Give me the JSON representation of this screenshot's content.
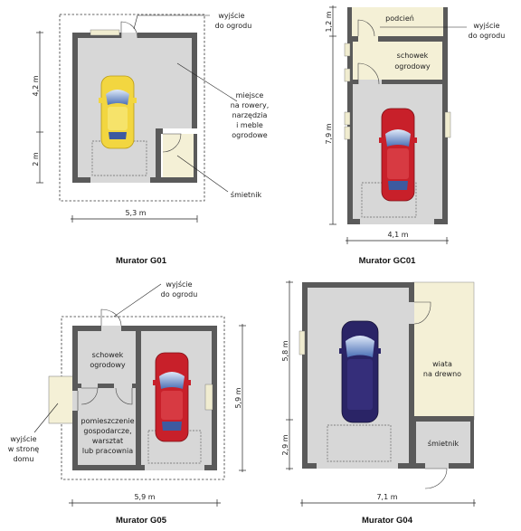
{
  "plans": {
    "g01": {
      "title": "Murator G01",
      "exit": [
        "wyjście",
        "do ogrodu"
      ],
      "storage": [
        "miejsce",
        "na rowery,",
        "narzędzia",
        "i meble",
        "ogrodowe"
      ],
      "bin": "śmietnik",
      "dim_width": "5,3 m",
      "dim_depth_main": "4,2 m",
      "dim_depth_bin": "2 m"
    },
    "gc01": {
      "title": "Murator GC01",
      "cellar": "podcień",
      "exit": [
        "wyjście",
        "do ogrodu"
      ],
      "storage": [
        "schowek",
        "ogrodowy"
      ],
      "dim_width": "4,1 m",
      "dim_depth_main": "7,9 m",
      "dim_depth_top": "1,2 m"
    },
    "g05": {
      "title": "Murator G05",
      "exit_top": [
        "wyjście",
        "do ogrodu"
      ],
      "storage": [
        "schowek",
        "ogrodowy"
      ],
      "room": [
        "pomieszczenie",
        "gospodarcze,",
        "warsztat",
        "lub pracownia"
      ],
      "exit_side": [
        "wyjście",
        "w stronę",
        "domu"
      ],
      "dim_width": "5,9 m",
      "dim_depth": "5,9 m"
    },
    "g04": {
      "title": "Murator G04",
      "shelter": [
        "wiata",
        "na drewno"
      ],
      "bin": "śmietnik",
      "dim_width": "7,1 m",
      "dim_depth_main": "5,8 m",
      "dim_depth_bin": "2,9 m"
    }
  },
  "colors": {
    "wall": "#5a5a5a",
    "floor": "#d7d7d7",
    "wood": "#f4f0d6",
    "car_yellow": "#f2d640",
    "car_red": "#c8202a",
    "car_navy": "#2a2466"
  }
}
